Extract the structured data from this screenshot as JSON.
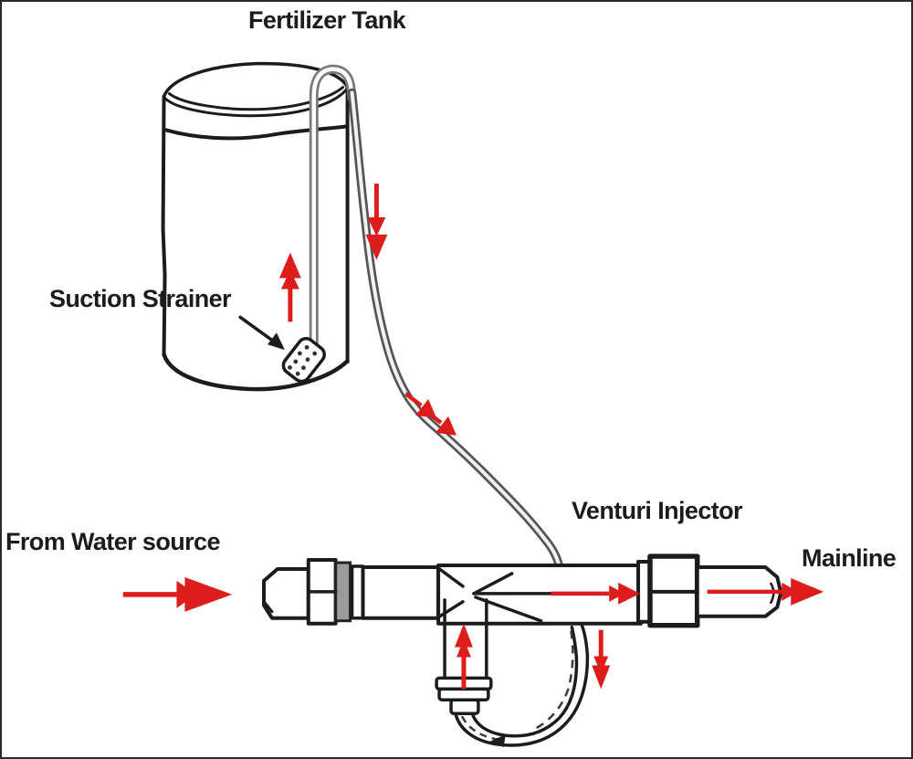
{
  "title": "Venturi injector fertilizer system diagram",
  "colors": {
    "arrow_red": "#dd1c1c",
    "line": "#1c1c1c",
    "tube_gray": "#6e6e6e"
  },
  "labels": {
    "fertilizer_tank": "Fertilizer Tank",
    "suction_strainer": "Suction Strainer",
    "from_water_source": "From Water source",
    "venturi_injector": "Venturi Injector",
    "mainline": "Mainline"
  },
  "components": [
    "fertilizer-tank",
    "suction-strainer",
    "suction-tube",
    "water-inlet-pipe",
    "union-nut-left",
    "venturi-body",
    "suction-port",
    "loop-hose",
    "union-nut-right",
    "mainline-pipe"
  ],
  "flow_arrows": [
    {
      "id": "suction-up-in-tank",
      "direction": "up"
    },
    {
      "id": "down-outside-tank",
      "direction": "down"
    },
    {
      "id": "along-suction-tube",
      "direction": "down-right"
    },
    {
      "id": "water-inlet",
      "direction": "right"
    },
    {
      "id": "through-injector",
      "direction": "right"
    },
    {
      "id": "to-mainline",
      "direction": "right"
    },
    {
      "id": "into-suction-port",
      "direction": "up"
    },
    {
      "id": "down-loop-hose",
      "direction": "down"
    }
  ]
}
